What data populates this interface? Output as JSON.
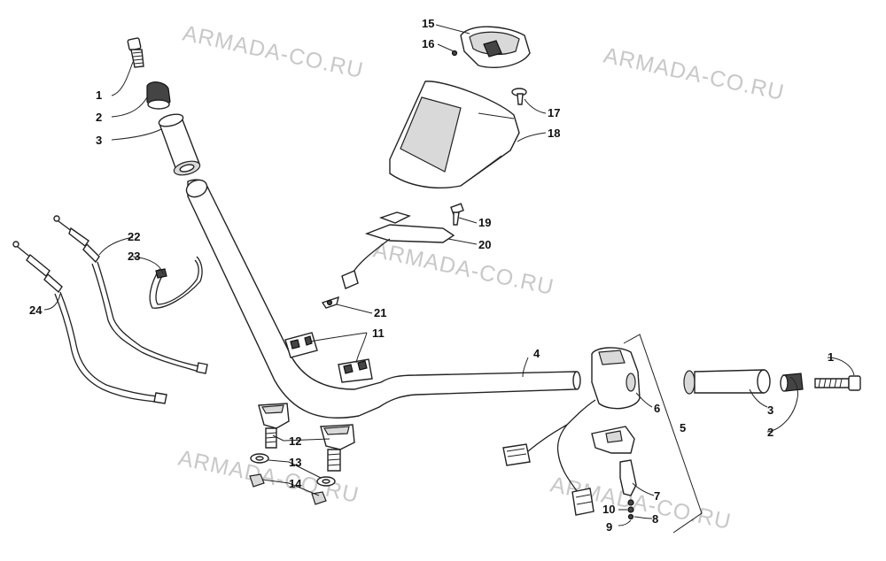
{
  "watermark": "ARMADA-CO.RU",
  "callouts": {
    "c1a": "1",
    "c2a": "2",
    "c3a": "3",
    "c1b": "1",
    "c2b": "2",
    "c3b": "3",
    "c4": "4",
    "c5": "5",
    "c6": "6",
    "c7": "7",
    "c8": "8",
    "c9": "9",
    "c10": "10",
    "c11": "11",
    "c12": "12",
    "c13": "13",
    "c14": "14",
    "c15": "15",
    "c16": "16",
    "c17": "17",
    "c18": "18",
    "c19": "19",
    "c20": "20",
    "c21": "21",
    "c22": "22",
    "c23": "23",
    "c24": "24"
  },
  "colors": {
    "line": "#222222",
    "watermark": "#c8c8c8",
    "background": "#ffffff"
  }
}
